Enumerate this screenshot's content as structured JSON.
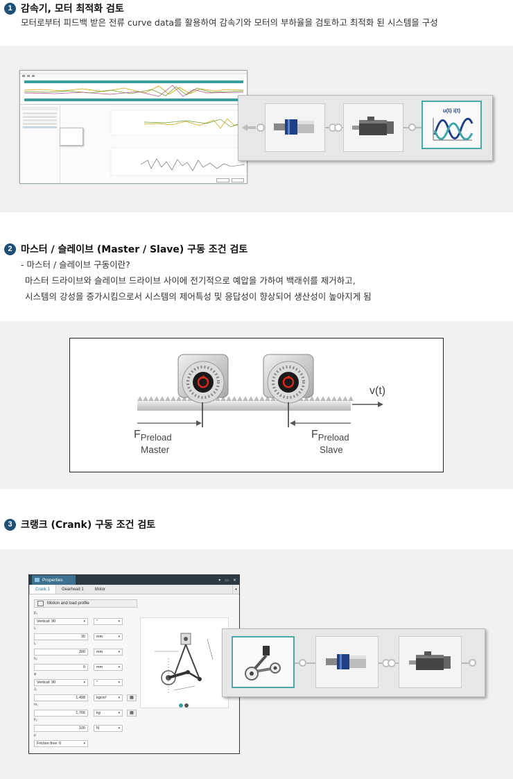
{
  "section1": {
    "number": "1",
    "title": "감속기, 모터 최적화 검토",
    "description": "모터로부터 피드백 받은 전류 curve data를 활용하여 감속기와 모터의 부하율을 검토하고 최적화 된 시스템을 구성",
    "chain_tile_label": "u(t)  i(t)"
  },
  "section2": {
    "number": "2",
    "title": "마스터 / 슬레이브 (Master / Slave) 구동 조건 검토",
    "lines": [
      "- 마스터 / 슬레이브 구동이란?",
      "마스터 드라이브와 슬레이브 드라이브 사이에 전기적으로 예압을 가하여 백래쉬를 제거하고,",
      "시스템의 강성을 증가시킴으로서 시스템의 제어특성 및 응답성이 향상되어 생산성이 높아지게 됨"
    ],
    "diagram": {
      "velocity": "v(t)",
      "force_symbol": "F",
      "force_subscript": "Preload",
      "master_label": "Master",
      "slave_label": "Slave"
    }
  },
  "section3": {
    "number": "3",
    "title": "크랭크 (Crank) 구동 조건 검토",
    "properties": {
      "title": "Properties",
      "tabs": [
        "Crank 1",
        "Gearhead 1",
        "Motor"
      ],
      "motion_button": "Motion and load profile",
      "fields": [
        {
          "label": "β₀",
          "value": "Vertical: 90",
          "unit": "°",
          "type": "select"
        },
        {
          "label": "l₀",
          "value": "30",
          "unit": "mm",
          "type": "input"
        },
        {
          "label": "l₁",
          "value": "300",
          "unit": "mm",
          "type": "input"
        },
        {
          "label": "h₀",
          "value": "0",
          "unit": "mm",
          "type": "input"
        },
        {
          "label": "φ",
          "value": "Vertical: 90",
          "unit": "°",
          "type": "select"
        },
        {
          "label": "J₁",
          "value": "1,498",
          "unit": "kgcm²",
          "type": "input"
        },
        {
          "label": "m₂",
          "value": "1,766",
          "unit": "kg",
          "type": "input"
        },
        {
          "label": "F₂",
          "value": "100",
          "unit": "N",
          "type": "input"
        },
        {
          "label": "μ",
          "value": "Friction free: 0",
          "unit": "",
          "type": "select"
        }
      ]
    }
  },
  "colors": {
    "badge": "#1e4f74",
    "band": "#f1f1f1",
    "selected_tile": "#49a9aa",
    "gear_red": "#d9291c"
  }
}
